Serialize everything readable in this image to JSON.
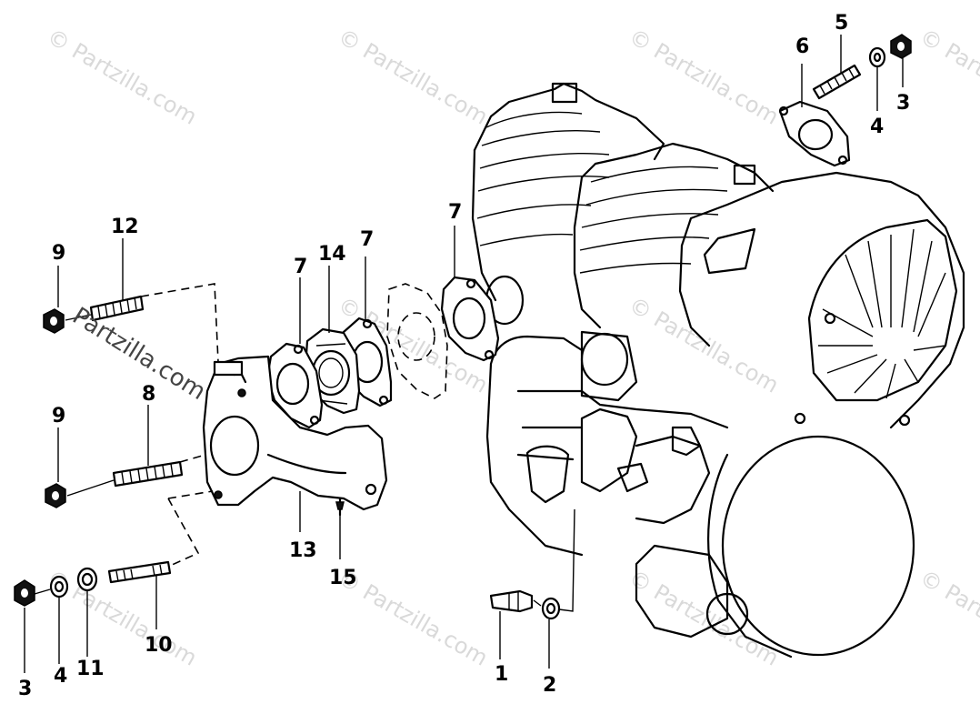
{
  "watermark": {
    "text": "© Partzilla.com",
    "text_overlay": "Partzilla.com"
  },
  "callouts": [
    {
      "id": "c1",
      "label": "1"
    },
    {
      "id": "c2",
      "label": "2"
    },
    {
      "id": "c3a",
      "label": "3"
    },
    {
      "id": "c3b",
      "label": "3"
    },
    {
      "id": "c4a",
      "label": "4"
    },
    {
      "id": "c4b",
      "label": "4"
    },
    {
      "id": "c5",
      "label": "5"
    },
    {
      "id": "c6",
      "label": "6"
    },
    {
      "id": "c7a",
      "label": "7"
    },
    {
      "id": "c7b",
      "label": "7"
    },
    {
      "id": "c7c",
      "label": "7"
    },
    {
      "id": "c8",
      "label": "8"
    },
    {
      "id": "c9a",
      "label": "9"
    },
    {
      "id": "c9b",
      "label": "9"
    },
    {
      "id": "c10",
      "label": "10"
    },
    {
      "id": "c11",
      "label": "11"
    },
    {
      "id": "c12",
      "label": "12"
    },
    {
      "id": "c13",
      "label": "13"
    },
    {
      "id": "c14",
      "label": "14"
    },
    {
      "id": "c15",
      "label": "15"
    }
  ]
}
